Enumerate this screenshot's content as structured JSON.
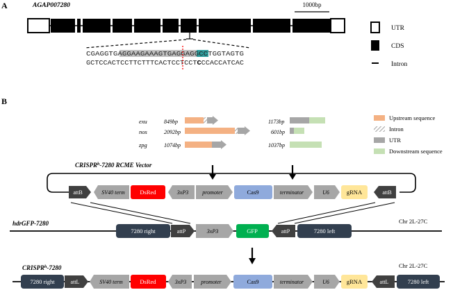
{
  "panel_a": {
    "label": "A",
    "gene_name": "AGAP007280",
    "scale_label": "1000bp",
    "seq_top_pre": "CGAGGTGA",
    "seq_top_guide": "GGAAGAAAGTGAGGAG",
    "seq_top_pam": "GCC",
    "seq_top_post": "TGGTAGTG",
    "seq_bottom_pre": "GCTCCACTCCTTCTTTCACTCCTCCT",
    "seq_bottom_c": "C",
    "seq_bottom_post": "CCACCATCAC",
    "legend": {
      "utr": "UTR",
      "cds": "CDS",
      "intron": "Intron"
    }
  },
  "panel_b": {
    "label": "B",
    "promoter_rows": [
      {
        "name": "exu",
        "up_size": "849bp",
        "down_size": "1173bp"
      },
      {
        "name": "nos",
        "up_size": "2092bp",
        "down_size": "601bp"
      },
      {
        "name": "zpg",
        "up_size": "1074bp",
        "down_size": "1037bp"
      }
    ],
    "legend": {
      "upstream": "Upstream sequence",
      "intron": "Intron",
      "utr": "UTR",
      "downstream": "Downstream sequence"
    },
    "vector": {
      "title_pre": "CRISPR",
      "title_sup": "h",
      "title_post": "-7280 RCME Vector",
      "elements": [
        "attB",
        "SV40 term",
        "DsRed",
        "3xP3",
        "promoter",
        "Cas9",
        "terminator",
        "U6",
        "gRNA",
        "attB"
      ]
    },
    "hdr": {
      "title": "hdrGFP-7280",
      "chr": "Chr 2L-27C",
      "elements": [
        "7280 right",
        "attP",
        "3xP3",
        "GFP",
        "attP",
        "7280 left"
      ]
    },
    "result": {
      "title_pre": "CRISPR",
      "title_sup": "h",
      "title_post": "-7280",
      "chr": "Chr 2L-27C",
      "elements": [
        "7280 right",
        "attL",
        "SV40 term",
        "DsRed",
        "3xP3",
        "promoter",
        "Cas9",
        "terminator",
        "U6",
        "gRNA",
        "attL",
        "7280 left"
      ]
    }
  },
  "colors": {
    "upstream": "#f4b183",
    "grey_arrow": "#a6a6a6",
    "utr": "#a6a6a6",
    "downstream": "#c5e0b4",
    "dsred": "#ff0000",
    "cas9": "#8faadc",
    "gfp": "#00b050",
    "grna": "#ffe699",
    "dark_box": "#323f4f",
    "dark_arrow": "#404040",
    "guide_highlight": "#bfbfbf",
    "pam_highlight": "#2e9e9e",
    "cut_line": "#ff0000"
  }
}
